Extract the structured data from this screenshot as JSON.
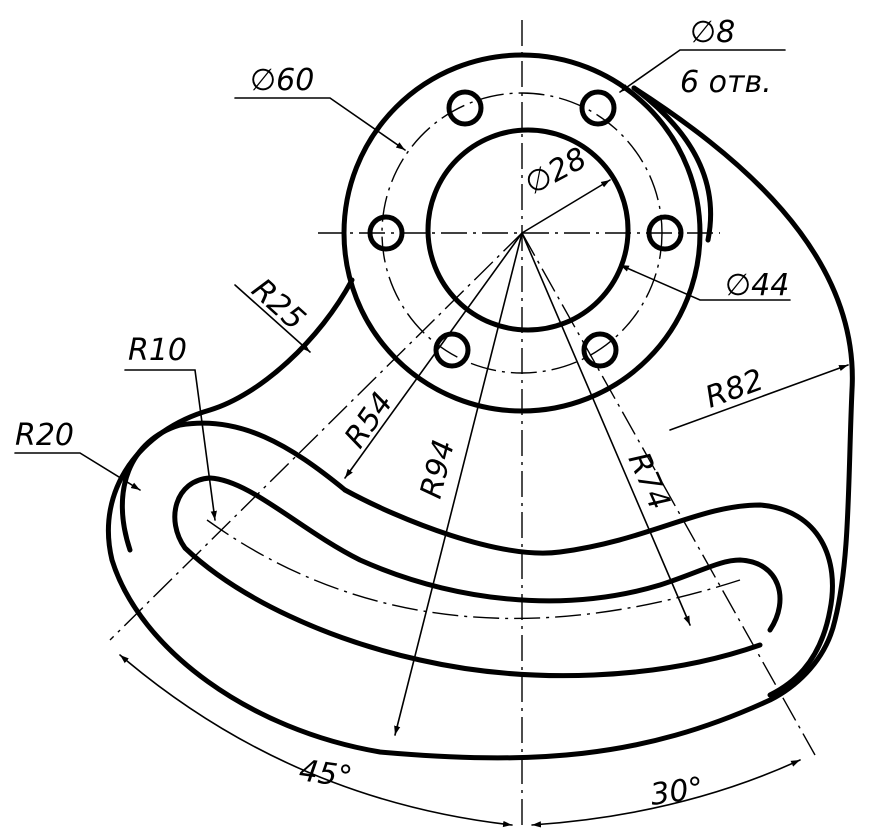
{
  "labels": {
    "d60": "∅60",
    "d8": "∅8",
    "holes": "6 отв.",
    "d28": "∅28",
    "d44": "∅44",
    "r25": "R25",
    "r10": "R10",
    "r20": "R20",
    "r54": "R54",
    "r94": "R94",
    "r74": "R74",
    "r82": "R82",
    "a45": "45°",
    "a30": "30°"
  }
}
